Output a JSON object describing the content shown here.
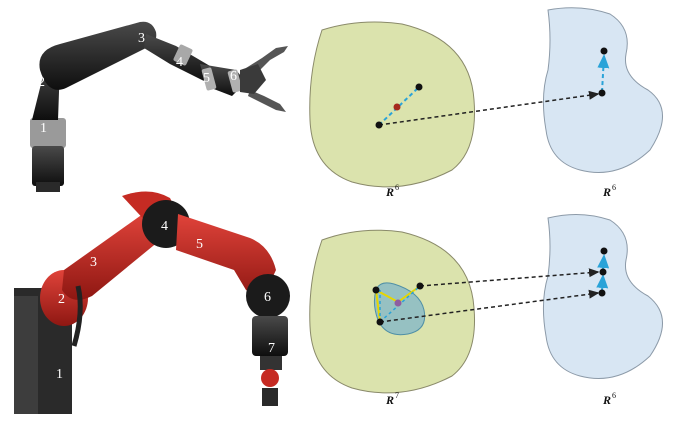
{
  "top_robot": {
    "joints": [
      "1",
      "2",
      "3",
      "4",
      "5",
      "6"
    ]
  },
  "bottom_robot": {
    "joints": [
      "1",
      "2",
      "3",
      "4",
      "5",
      "6",
      "7"
    ]
  },
  "spaces": {
    "top_left": {
      "label": "R",
      "sup": "6"
    },
    "top_right": {
      "label": "R",
      "sup": "6"
    },
    "bottom_left": {
      "label": "R",
      "sup": "7"
    },
    "bottom_right": {
      "label": "R",
      "sup": "6"
    }
  },
  "colors": {
    "joint_space_fill": "#dbe3ad",
    "task_space_fill": "#d8e6f3",
    "dashed_black": "#222222",
    "dashed_cyan": "#2aa3d8",
    "robot_red": "#b8231d",
    "robot_black": "#1b1b1b"
  }
}
